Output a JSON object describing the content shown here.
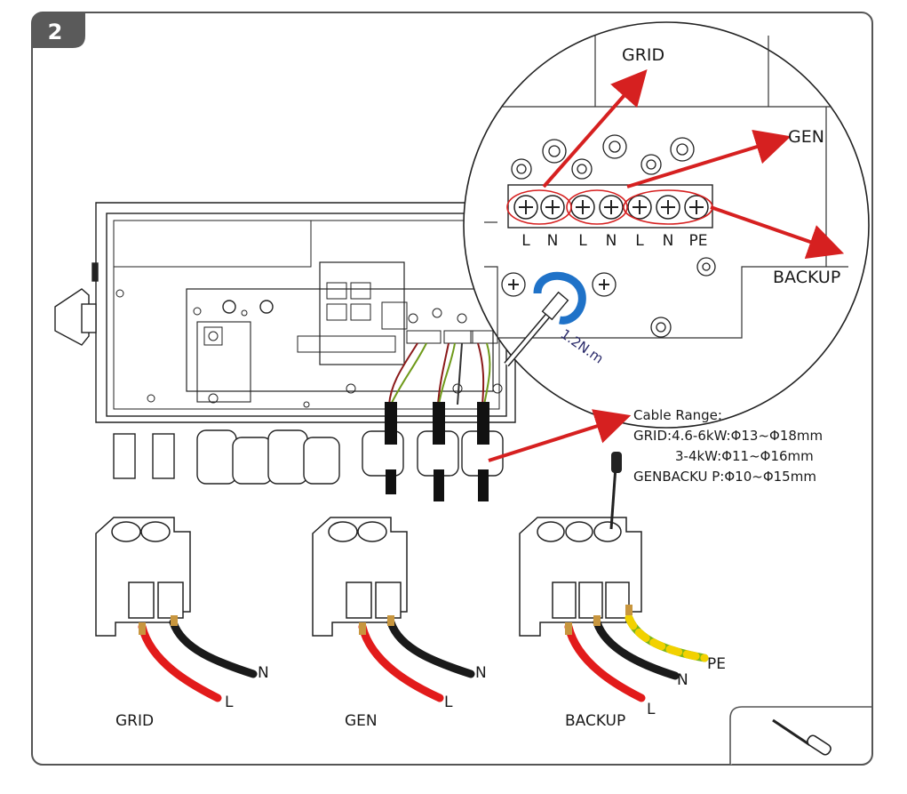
{
  "step": {
    "number": "2"
  },
  "callouts": {
    "grid": "GRID",
    "gen": "GEN",
    "backup": "BACKUP"
  },
  "terminal_letters": [
    "L",
    "N",
    "L",
    "N",
    "L",
    "N",
    "PE"
  ],
  "torque": "1.2N.m",
  "cable_range": {
    "title": "Cable Range:",
    "lines": [
      "GRID:4.6-6kW:Φ13~Φ18mm",
      "3-4kW:Φ11~Φ16mm",
      "GENBACKU    P:Φ10~Φ15mm"
    ]
  },
  "connectors": {
    "grid": {
      "caption": "GRID",
      "wire_l": "L",
      "wire_n": "N"
    },
    "gen": {
      "caption": "GEN",
      "wire_l": "L",
      "wire_n": "N"
    },
    "backup": {
      "caption": "BACKUP",
      "wire_l": "L",
      "wire_n": "N",
      "wire_pe": "PE"
    }
  },
  "tool_icon": "screwdriver-icon",
  "colors": {
    "badge": "#5a5a5a",
    "arrow": "#d62020",
    "wire_red": "#e21b1b",
    "wire_black": "#1a1a1a",
    "wire_pe_green": "#7cb518",
    "wire_pe_yellow": "#f2d100",
    "rotation_arrow": "#1f72c8"
  }
}
